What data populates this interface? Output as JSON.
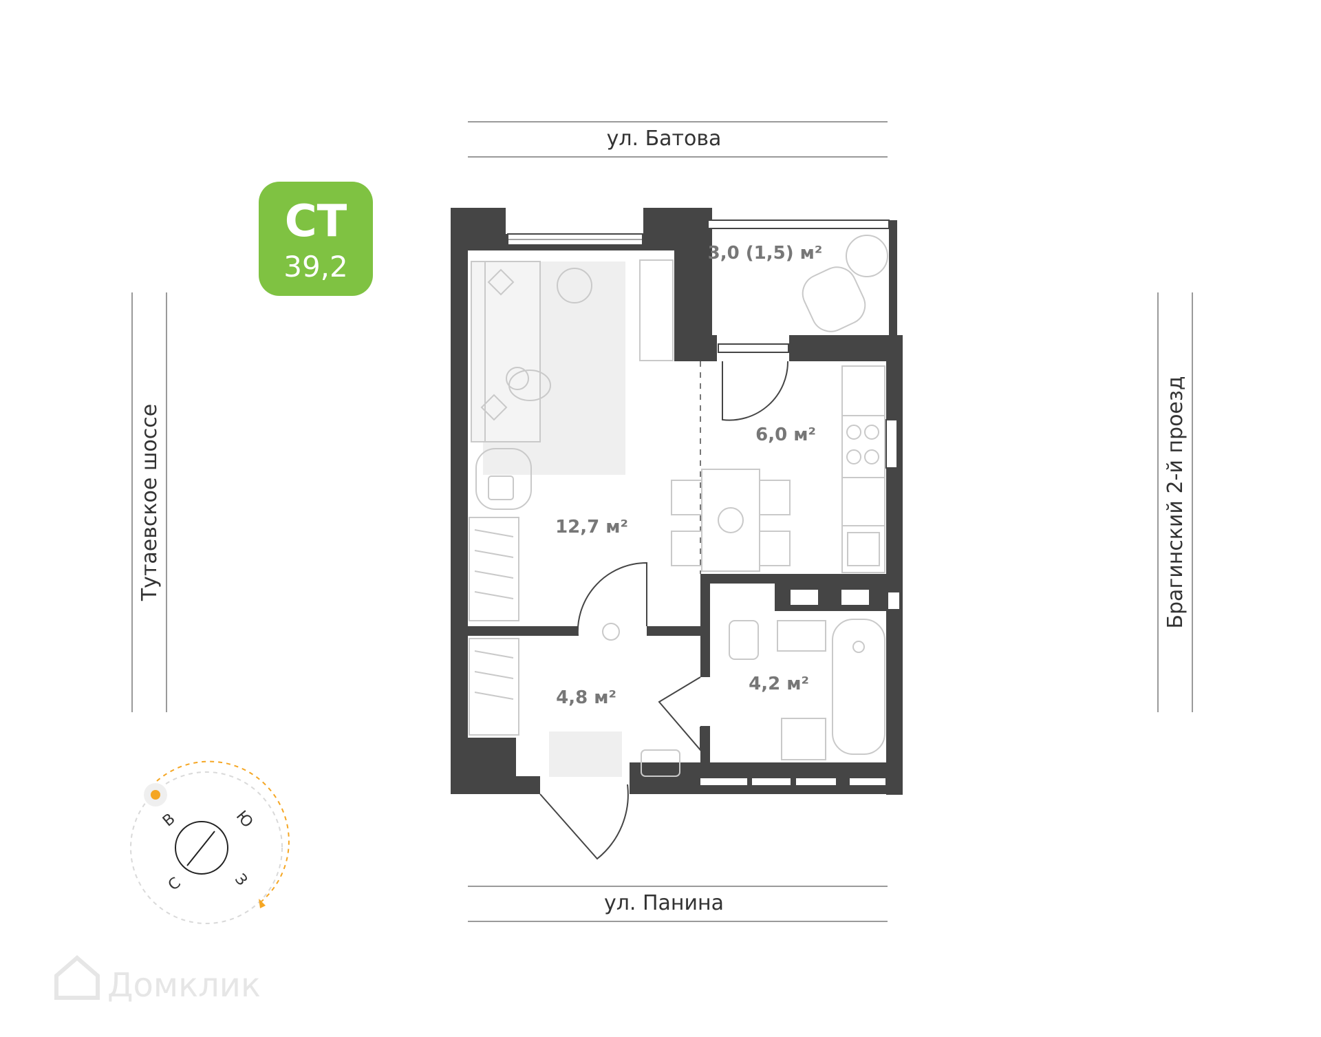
{
  "badge": {
    "type": "СТ",
    "area": "39,2",
    "color": "#7fc242"
  },
  "streets": {
    "top": "ул. Батова",
    "bottom": "ул. Панина",
    "left": "Тутаевское шоссе",
    "right": "Брагинский 2-й проезд"
  },
  "rooms": [
    {
      "id": "balcony",
      "area": "3,0 (1,5) м²"
    },
    {
      "id": "living",
      "area": "12,7 м²"
    },
    {
      "id": "kitchen",
      "area": "6,0 м²"
    },
    {
      "id": "hall",
      "area": "4,8 м²"
    },
    {
      "id": "bathroom",
      "area": "4,2 м²"
    }
  ],
  "compass": {
    "north": "С",
    "east": "В",
    "south": "Ю",
    "west": "З",
    "sun_color": "#f5a623"
  },
  "watermark": "Домклик",
  "colors": {
    "wall": "#454545",
    "accent": "#7fc242",
    "furniture": "#c9c9c9"
  }
}
